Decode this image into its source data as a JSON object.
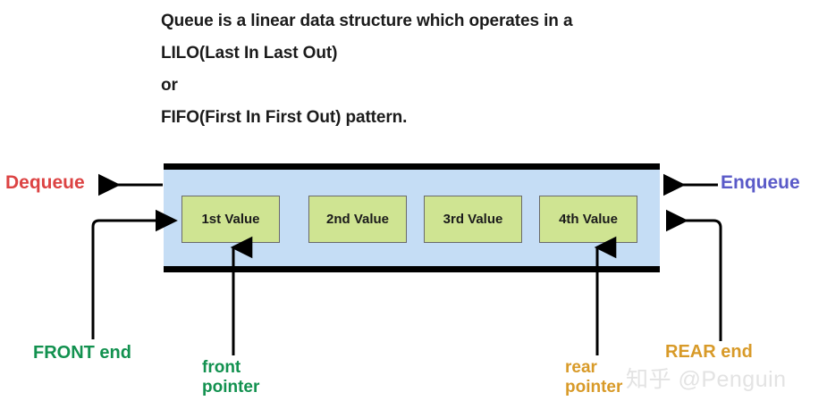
{
  "description": {
    "lines": [
      "Queue is a linear data structure which operates in a",
      "LILO(Last In Last Out)",
      "or",
      "FIFO(First In First Out) pattern."
    ]
  },
  "queue": {
    "cells": [
      {
        "label": "1st Value"
      },
      {
        "label": "2nd Value"
      },
      {
        "label": "3rd Value"
      },
      {
        "label": "4th Value"
      }
    ],
    "container_fill": "#c5ddf5",
    "cell_fill": "#cfe492",
    "bar_color": "#000000"
  },
  "labels": {
    "dequeue": "Dequeue",
    "enqueue": "Enqueue",
    "front_end": "FRONT end",
    "rear_end": "REAR end",
    "front_pointer_line1": "front",
    "front_pointer_line2": "pointer",
    "rear_pointer_line1": "rear",
    "rear_pointer_line2": "pointer"
  },
  "colors": {
    "dequeue": "#dc4343",
    "enqueue": "#5a5ac8",
    "front": "#12914f",
    "rear": "#d89a28",
    "watermark": "#e3e3e3",
    "text": "#1b1b1b"
  },
  "watermark": {
    "text": "知乎 @Penguin"
  }
}
